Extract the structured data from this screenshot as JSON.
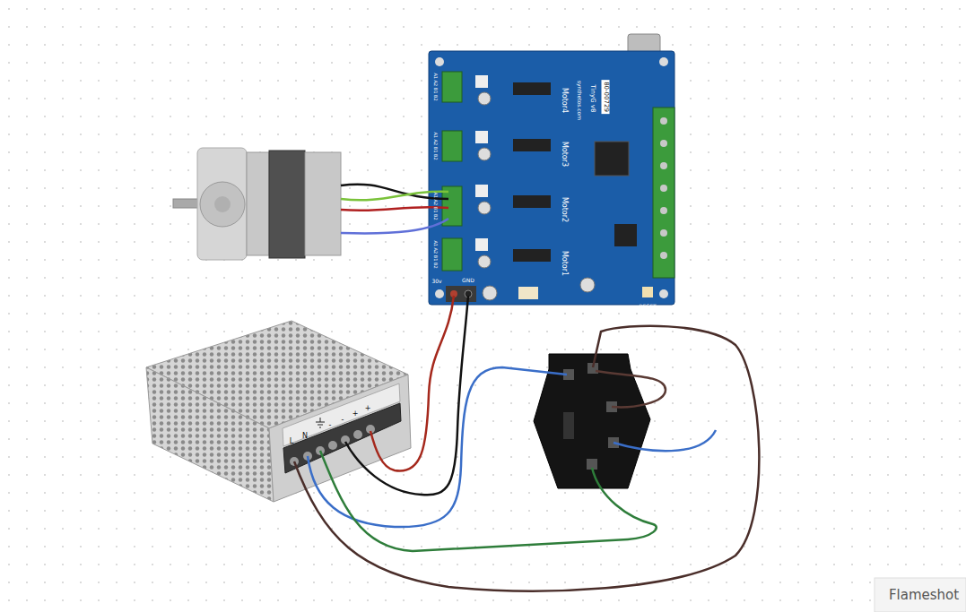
{
  "diagram": {
    "labels": [
      "Motor4",
      "Motor3",
      "Motor2",
      "Motor1",
      "TinyG v8",
      "synthetos.com",
      "80-00729",
      "30v",
      "GND",
      "RESET",
      "A1 A2 B1 B2",
      "A1 A2 B1 B2",
      "A1 A2 B1 B2",
      "A1 A2 B1 B2",
      "L",
      "N",
      "-",
      "-",
      "+",
      "+",
      "Flameshot"
    ]
  }
}
